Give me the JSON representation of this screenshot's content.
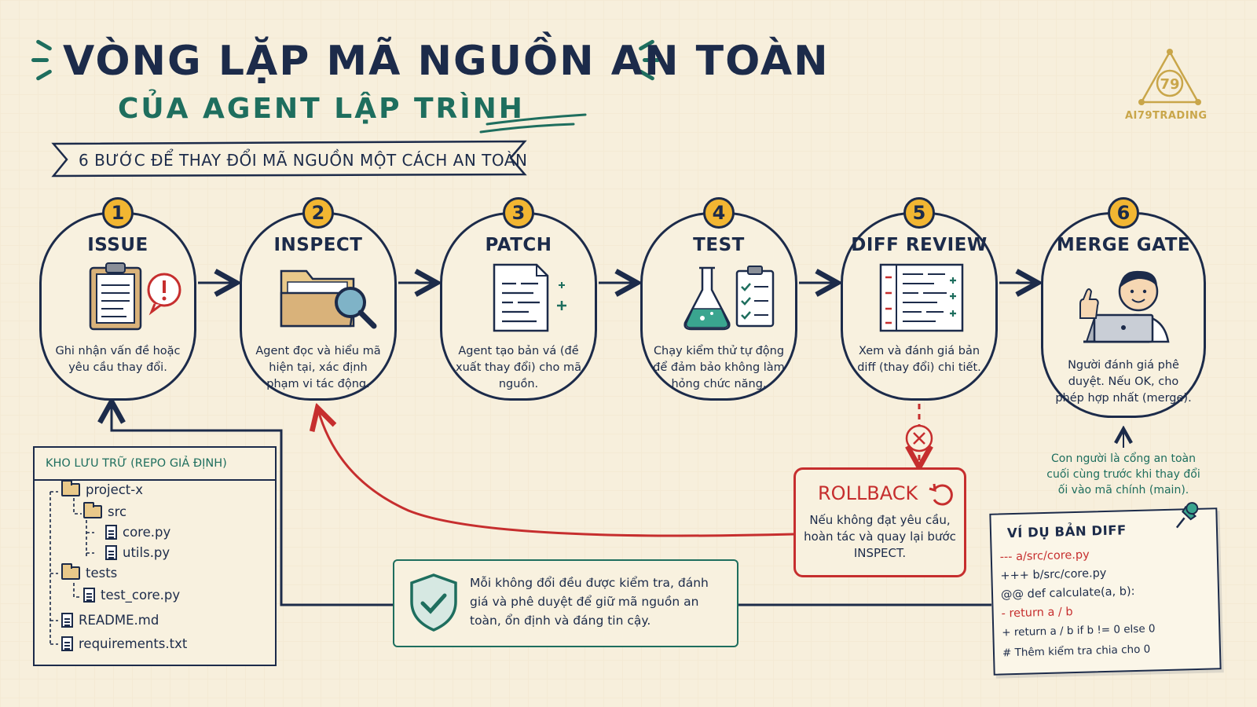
{
  "header": {
    "title": "VÒNG LẶP MÃ NGUỒN AN TOÀN",
    "subtitle": "CỦA AGENT LẬP TRÌNH",
    "banner": "6 BƯỚC ĐỂ THAY ĐỔI MÃ NGUỒN MỘT CÁCH AN TOÀN"
  },
  "brand": {
    "logo_text": "79",
    "name": "AI79TRADING",
    "color": "#c9a64a"
  },
  "colors": {
    "navy": "#1c2b4a",
    "teal": "#1e6e5e",
    "red": "#c62e2e",
    "badge": "#f2b632",
    "paper": "#f7efdc"
  },
  "steps": [
    {
      "num": "1",
      "title": "ISSUE",
      "desc": "Ghi nhận vấn đề hoặc yêu cầu thay đổi.",
      "icon": "clipboard-alert-icon"
    },
    {
      "num": "2",
      "title": "INSPECT",
      "desc": "Agent đọc và hiểu mã hiện tại, xác định phạm vi tác động.",
      "icon": "folder-magnifier-icon"
    },
    {
      "num": "3",
      "title": "PATCH",
      "desc": "Agent tạo bản vá (đề xuất thay đổi) cho mã nguồn.",
      "icon": "document-plus-icon"
    },
    {
      "num": "4",
      "title": "TEST",
      "desc": "Chạy kiểm thử tự động để đảm bảo không làm hỏng chức năng.",
      "icon": "flask-checklist-icon"
    },
    {
      "num": "5",
      "title": "DIFF REVIEW",
      "desc": "Xem và đánh giá bản diff (thay đổi) chi tiết.",
      "icon": "diff-sheet-icon"
    },
    {
      "num": "6",
      "title": "MERGE GATE",
      "desc": "Người đánh giá phê duyệt. Nếu OK, cho phép hợp nhất (merge).",
      "icon": "reviewer-thumbs-up-icon"
    }
  ],
  "repo": {
    "title": "KHO LƯU TRỮ (REPO GIẢ ĐỊNH)",
    "items": [
      {
        "name": "project-x",
        "type": "folder"
      },
      {
        "name": "src",
        "type": "folder"
      },
      {
        "name": "core.py",
        "type": "file"
      },
      {
        "name": "utils.py",
        "type": "file"
      },
      {
        "name": "tests",
        "type": "folder"
      },
      {
        "name": "test_core.py",
        "type": "file"
      },
      {
        "name": "README.md",
        "type": "file"
      },
      {
        "name": "requirements.txt",
        "type": "file"
      }
    ]
  },
  "rollback": {
    "title": "ROLLBACK",
    "desc": "Nếu không đạt yêu cầu, hoàn tác và quay lại bước INSPECT."
  },
  "safety_note": "Mỗi không đổi đều được kiểm tra, đánh giá và phê duyệt để giữ mã nguồn an toàn, ổn định và đáng tin cậy.",
  "merge_note": "Con người là cổng an toàn cuối cùng trước khi thay đổi ối vào mã chính (main).",
  "diff": {
    "title": "VÍ DỤ BẢN DIFF",
    "lines": [
      "--- a/src/core.py",
      "+++ b/src/core.py",
      "@@ def calculate(a, b):",
      "-   return a / b",
      "+   return a / b if b != 0 else 0",
      "# Thêm kiểm tra chia cho 0"
    ]
  }
}
